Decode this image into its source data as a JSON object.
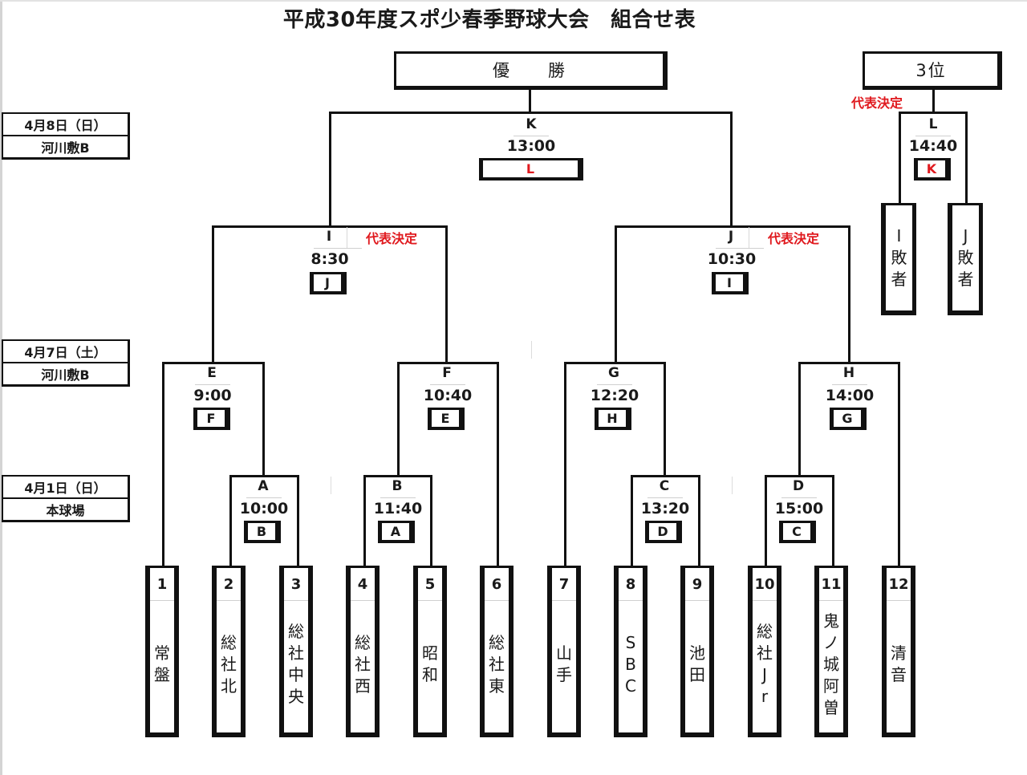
{
  "title": "平成30年度スポ少春季野球大会　組合せ表",
  "champion_label": "優　　勝",
  "third_place_label": "3位",
  "representative_label": "代表決定",
  "schedule": [
    {
      "date": "4月8日（日）",
      "venue": "河川敷B"
    },
    {
      "date": "4月7日（土）",
      "venue": "河川敷B"
    },
    {
      "date": "4月1日（日）",
      "venue": "本球場"
    }
  ],
  "matches": {
    "A": {
      "label": "A",
      "time": "10:00",
      "pair": "B"
    },
    "B": {
      "label": "B",
      "time": "11:40",
      "pair": "A"
    },
    "C": {
      "label": "C",
      "time": "13:20",
      "pair": "D"
    },
    "D": {
      "label": "D",
      "time": "15:00",
      "pair": "C"
    },
    "E": {
      "label": "E",
      "time": "9:00",
      "pair": "F"
    },
    "F": {
      "label": "F",
      "time": "10:40",
      "pair": "E"
    },
    "G": {
      "label": "G",
      "time": "12:20",
      "pair": "H"
    },
    "H": {
      "label": "H",
      "time": "14:00",
      "pair": "G"
    },
    "I": {
      "label": "I",
      "time": "8:30",
      "pair": "J"
    },
    "J": {
      "label": "J",
      "time": "10:30",
      "pair": "I"
    },
    "K": {
      "label": "K",
      "time": "13:00",
      "pair": "L"
    },
    "L": {
      "label": "L",
      "time": "14:40",
      "pair": "K"
    }
  },
  "losers": [
    {
      "chars": [
        "I",
        "敗",
        "者"
      ]
    },
    {
      "chars": [
        "J",
        "敗",
        "者"
      ]
    }
  ],
  "teams": [
    {
      "no": "1",
      "chars": [
        "常",
        "盤"
      ]
    },
    {
      "no": "2",
      "chars": [
        "総",
        "社",
        "北"
      ]
    },
    {
      "no": "3",
      "chars": [
        "総",
        "社",
        "中",
        "央"
      ]
    },
    {
      "no": "4",
      "chars": [
        "総",
        "社",
        "西"
      ]
    },
    {
      "no": "5",
      "chars": [
        "昭",
        "和"
      ]
    },
    {
      "no": "6",
      "chars": [
        "総",
        "社",
        "東"
      ]
    },
    {
      "no": "7",
      "chars": [
        "山",
        "手"
      ]
    },
    {
      "no": "8",
      "chars": [
        "S",
        "B",
        "C"
      ]
    },
    {
      "no": "9",
      "chars": [
        "池",
        "田"
      ]
    },
    {
      "no": "10",
      "chars": [
        "総",
        "社",
        "J",
        "r"
      ]
    },
    {
      "no": "11",
      "chars": [
        "鬼",
        "ノ",
        "城",
        "阿",
        "曽"
      ]
    },
    {
      "no": "12",
      "chars": [
        "清",
        "音"
      ]
    }
  ],
  "colors": {
    "line": "#111111",
    "accent_red": "#e0191e"
  }
}
